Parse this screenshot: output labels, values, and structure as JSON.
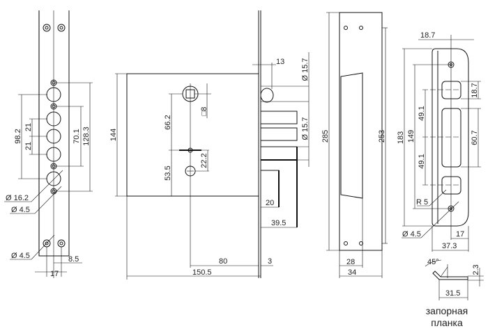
{
  "drawing": {
    "front_faceplate": {
      "dims": {
        "d98_2": "98.2",
        "d21a": "21",
        "d21b": "21",
        "d70_1": "70.1",
        "d128_3": "128.3",
        "hole16": "Ø 16.2",
        "hole4a": "Ø 4.5",
        "hole4b": "Ø 4.5",
        "d8_5": "8.5",
        "d17": "17"
      }
    },
    "lock_body": {
      "dims": {
        "d144": "144",
        "d66_2": "66.2",
        "d53_5": "53.5",
        "d22_2": "22.2",
        "sq8": "□8",
        "d13": "13",
        "dia1": "Ø 15.7",
        "dia2": "Ø 15.7",
        "d20": "20",
        "d39_5": "39.5",
        "d80": "80",
        "d3": "3",
        "d150_5": "150.5"
      }
    },
    "side_view": {
      "dims": {
        "d285": "285",
        "d253": "253",
        "d28": "28",
        "d34": "34"
      }
    },
    "strike_plate": {
      "dims": {
        "d18_7a": "18.7",
        "d18_7b": "18.7",
        "d183": "183",
        "d149": "149",
        "d49_1a": "49.1",
        "d49_1b": "49.1",
        "d60_7": "60.7",
        "r5": "R 5",
        "hole": "Ø 4.5",
        "d17": "17",
        "d37_3": "37.3",
        "angle": "45°",
        "d2_3": "2.3",
        "d31_5": "31.5"
      },
      "caption_line1": "запорная",
      "caption_line2": "планка"
    }
  }
}
